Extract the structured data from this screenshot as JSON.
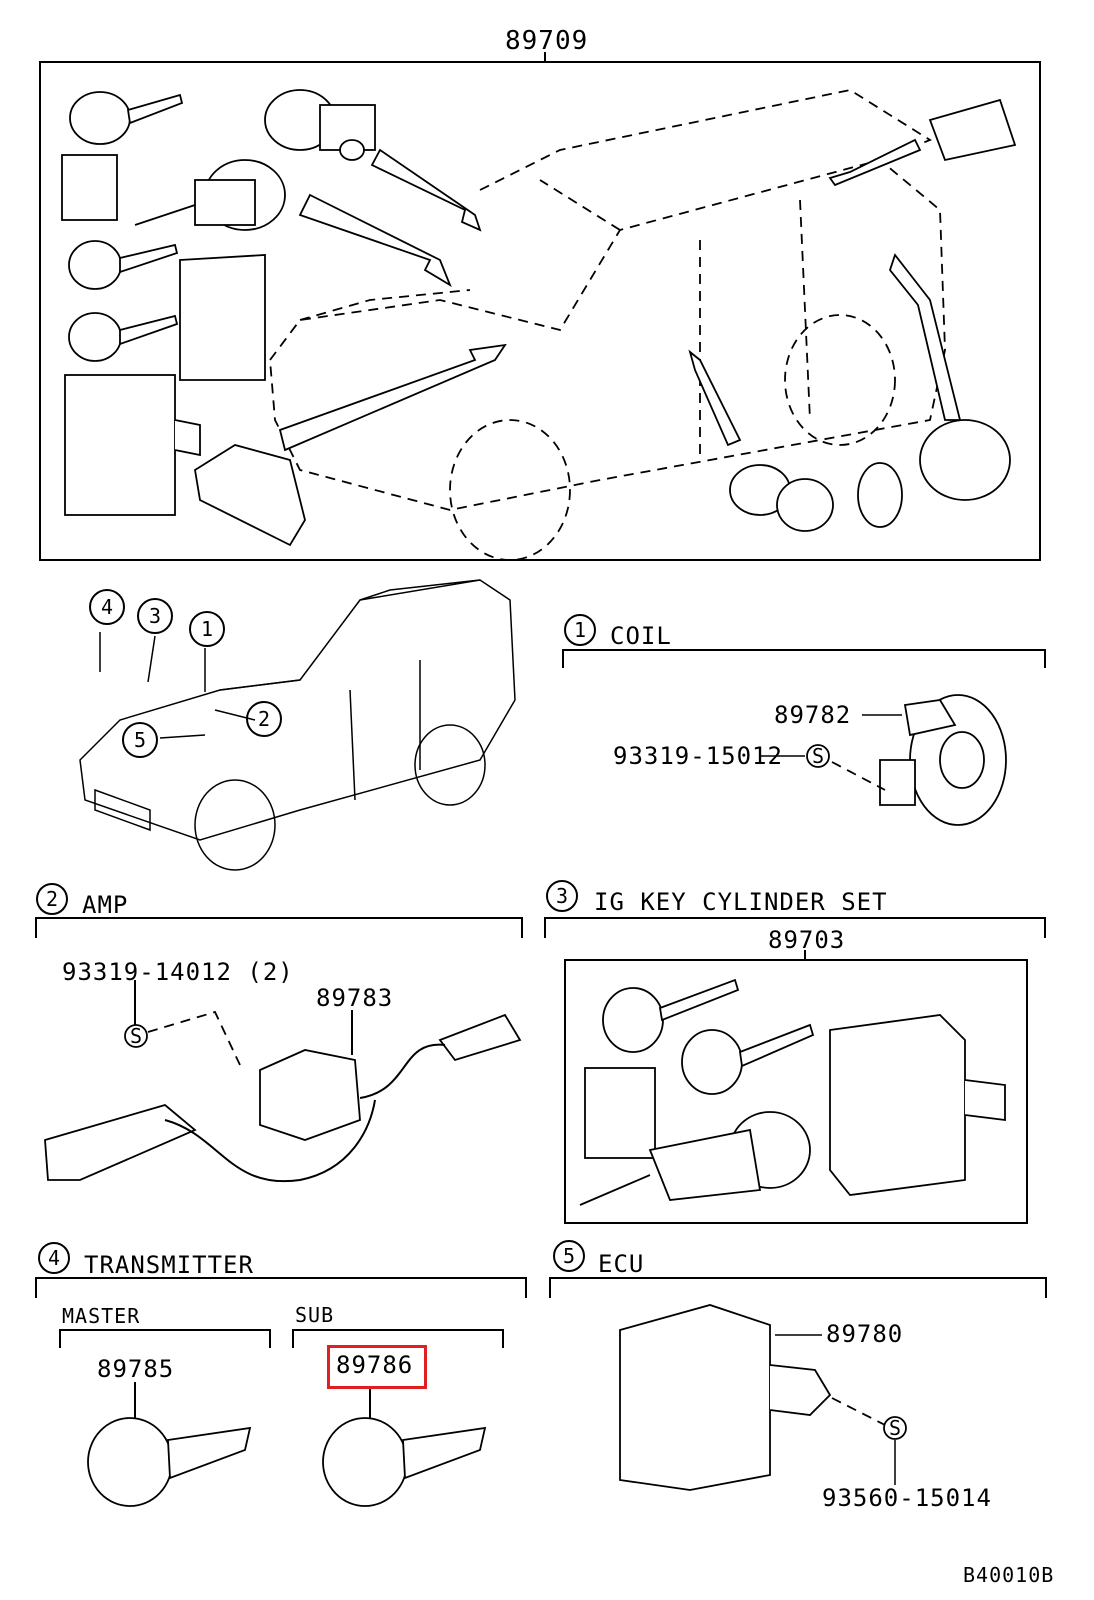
{
  "main_assembly": {
    "part_no": "89709"
  },
  "sections": {
    "coil": {
      "num": "1",
      "title": "COIL",
      "parts": [
        "89782",
        "93319-15012"
      ]
    },
    "amp": {
      "num": "2",
      "title": "AMP",
      "parts": [
        "93319-14012 (2)",
        "89783"
      ]
    },
    "ig_key": {
      "num": "3",
      "title": "IG KEY CYLINDER SET",
      "parts": [
        "89703"
      ]
    },
    "transmitter": {
      "num": "4",
      "title": "TRANSMITTER",
      "master_label": "MASTER",
      "master_part": "89785",
      "sub_label": "SUB",
      "sub_part": "89786"
    },
    "ecu": {
      "num": "5",
      "title": "ECU",
      "parts": [
        "89780",
        "93560-15014"
      ]
    }
  },
  "locator_numbers": [
    "4",
    "3",
    "1",
    "2",
    "5"
  ],
  "fastener_symbol": "S",
  "highlight": {
    "part_no": "89786",
    "color": "#e02020"
  },
  "figure_code": "B40010B"
}
